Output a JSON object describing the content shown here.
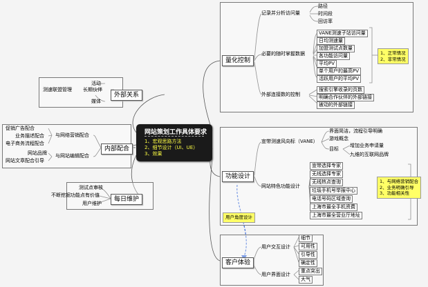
{
  "center": {
    "title": "网站策划工作具体要求",
    "items": [
      "1、宏观思路方法",
      "2、细节设计（UI、UE）",
      "3、效果"
    ]
  },
  "branches": {
    "quantify": {
      "label": "量化控制",
      "sub1": {
        "label": "记录并分析访问量",
        "leaves": [
          "路径",
          "时间段",
          "回访率"
        ]
      },
      "sub2": {
        "label": "必要的随时掌握数据",
        "leaves": [
          "VANE测速子站访问量",
          "日均测速量",
          "加盟测试点数量",
          "各功能访问量",
          "平均PV",
          "单个用户的最高PV",
          "活跃用户的平均PV"
        ]
      },
      "sub3": {
        "label": "外部连接数的控制",
        "leaves": [
          "搜索引擎收录的页数",
          "明确合作伙伴的外部链接",
          "被动的外部链接"
        ]
      },
      "note": [
        "1、正常情况",
        "2、非常情况"
      ]
    },
    "external": {
      "label": "外部关系",
      "sub": "测速联盟管理",
      "leaves": [
        "活动",
        "长期伙伴",
        "媒体"
      ]
    },
    "internal": {
      "label": "内部配合",
      "sub1": {
        "label": "与网络营销配合",
        "leaves": [
          "促销广告配合",
          "业务描述配合",
          "电子商务流程配合"
        ]
      },
      "sub2": {
        "label": "与网站编辑配合",
        "leaves": [
          "网站品牌",
          "网站文章配合引导"
        ]
      }
    },
    "maintain": {
      "label": "每日维护",
      "leaves": [
        "测试点审核",
        "不断挖掘功能点有价值",
        "用户维护"
      ]
    },
    "function": {
      "label": "功能设计",
      "sub1": {
        "label": "宣带测速风向标（VANE）",
        "leaves": [
          "界面简洁，流程引导明确",
          "游戏概念",
          "目标"
        ],
        "target_leaves": [
          "增加业务申请量",
          "九维的互联网品牌"
        ]
      },
      "sub2": {
        "label": "网站特色功能设计",
        "leaves": [
          "宣带选择专家",
          "无线选择专家",
          "无线热点查询",
          "垃圾手机号举报中心",
          "电话号码区域查询",
          "上海市最全手机资费",
          "上海市最全营业厅地址"
        ]
      },
      "note": [
        "1、与网络营销配合",
        "2、业务明确引导",
        "3、功能相关性"
      ]
    },
    "experience": {
      "label": "客户体验",
      "sub1": {
        "label": "用户交互设计",
        "leaves": [
          "细节",
          "可用性",
          "引导性",
          "确定性"
        ]
      },
      "sub2": {
        "label": "用户界面设计",
        "leaves": [
          "重点突出",
          "大气"
        ]
      }
    }
  },
  "connector_label": "用户角度设计",
  "colors": {
    "center_bg": "#1a1a1a",
    "center_item": "#ffff44",
    "callout": "#ffff66",
    "connector": "#3a6ad8"
  }
}
